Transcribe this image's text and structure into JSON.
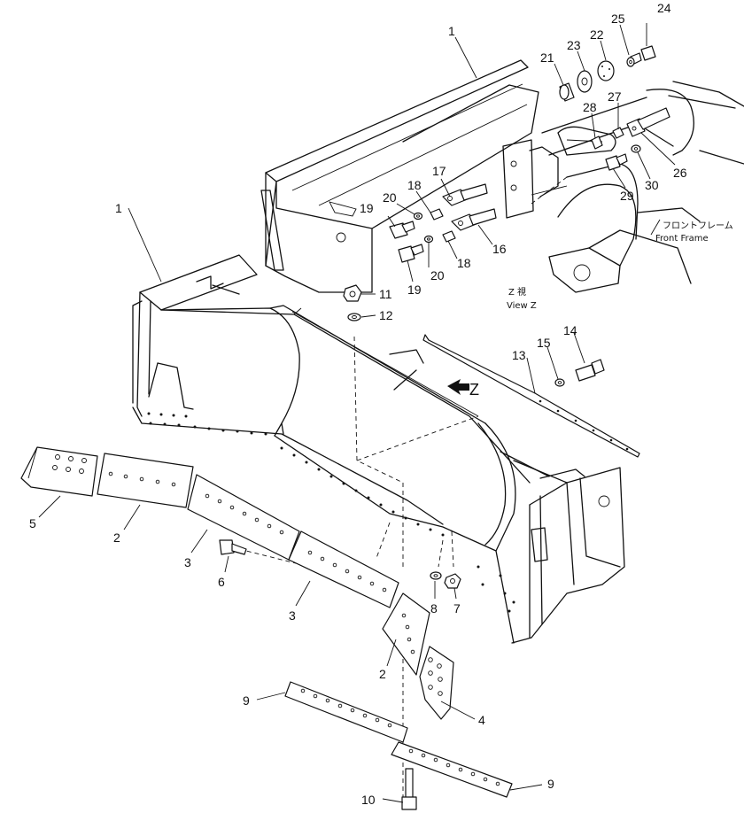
{
  "view_z": {
    "line1": "Z 視",
    "line2": "View Z"
  },
  "front_frame": {
    "jp": "フロントフレーム",
    "en": "Front Frame"
  },
  "arrow_label": "Z",
  "callouts": {
    "c1a": "1",
    "c1b": "1",
    "c2a": "2",
    "c2b": "2",
    "c3a": "3",
    "c3b": "3",
    "c4": "4",
    "c5": "5",
    "c6": "6",
    "c7": "7",
    "c8": "8",
    "c9a": "9",
    "c9b": "9",
    "c10": "10",
    "c11": "11",
    "c12": "12",
    "c13": "13",
    "c14": "14",
    "c15": "15",
    "c16": "16",
    "c17": "17",
    "c18a": "18",
    "c18b": "18",
    "c19a": "19",
    "c19b": "19",
    "c20a": "20",
    "c20b": "20",
    "c21": "21",
    "c22": "22",
    "c23": "23",
    "c24": "24",
    "c25": "25",
    "c26": "26",
    "c27": "27",
    "c28": "28",
    "c29": "29",
    "c30": "30"
  }
}
